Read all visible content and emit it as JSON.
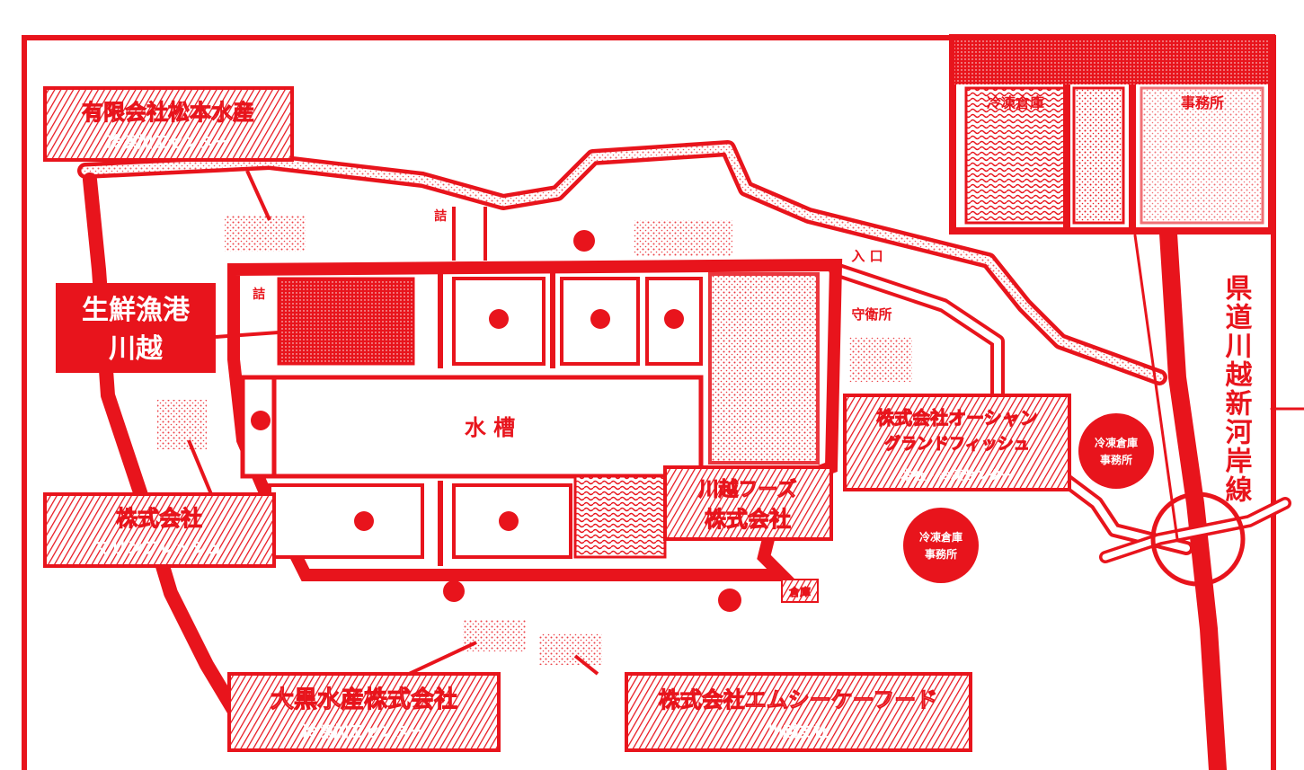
{
  "map": {
    "labels": {
      "top_left_company_line1": "有限会社松本水産",
      "top_left_company_line2": "冷凍加工センター",
      "fresh_market_line1": "生鮮漁港",
      "fresh_market_line2": "川越",
      "water_tank": "水 槽",
      "tr_gate": "入 口",
      "guard_house": "守衛所",
      "road_name": "県道川越新河岸線",
      "right_company_line1": "株式会社オーシャン",
      "right_company_line2": "グランドフィッシュ",
      "right_company_line3": "本社・冷凍センター",
      "left_company_line1": "株式会社",
      "left_company_line2": "マリンフレッシュ",
      "center_company_line1": "川越フーズ",
      "center_company_line2": "株式会社",
      "bottom_left_company_line1": "大黒水産株式会社",
      "bottom_left_company_line2": "冷凍加工センター",
      "bottom_right_company_line1": "株式会社エムシーケーフード",
      "bottom_right_company_line2": "川越支社",
      "circle_badge_1_line1": "冷凍倉庫",
      "circle_badge_1_line2": "事務所",
      "circle_badge_2_line1": "冷凍倉庫",
      "circle_badge_2_line2": "事務所",
      "small_box": "倉庫",
      "left_marker": "詰",
      "tr_mark": "詰",
      "inset_label_1": "冷凍倉庫",
      "inset_label_2": "事務所"
    },
    "colors": {
      "ink": "#e8141c",
      "paper": "#ffffff"
    }
  }
}
